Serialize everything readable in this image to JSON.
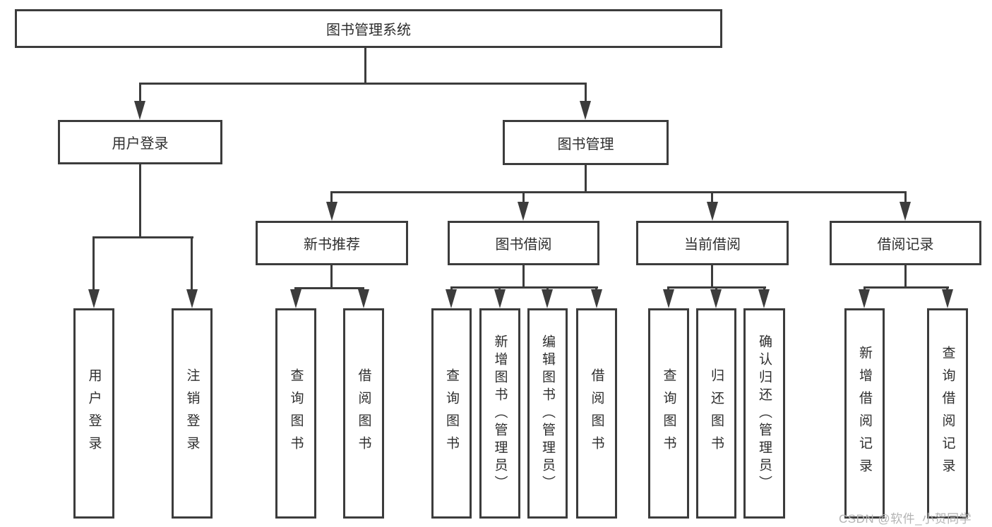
{
  "title": "图书管理系统",
  "colors": {
    "line": "#3c3c3c",
    "text": "#2e2e2e",
    "background": "#ffffff",
    "watermark": "#b3b3b3"
  },
  "tree": {
    "root": {
      "label": "图书管理系统",
      "children": [
        {
          "label": "用户登录",
          "children": [
            {
              "label": "用户登录"
            },
            {
              "label": "注销登录"
            }
          ]
        },
        {
          "label": "图书管理",
          "children": [
            {
              "label": "新书推荐",
              "children": [
                {
                  "label": "查询图书"
                },
                {
                  "label": "借阅图书"
                }
              ]
            },
            {
              "label": "图书借阅",
              "children": [
                {
                  "label": "查询图书"
                },
                {
                  "label": "新增图书（管理员）"
                },
                {
                  "label": "编辑图书（管理员）"
                },
                {
                  "label": "借阅图书"
                }
              ]
            },
            {
              "label": "当前借阅",
              "children": [
                {
                  "label": "查询图书"
                },
                {
                  "label": "归还图书"
                },
                {
                  "label": "确认归还（管理员）"
                }
              ]
            },
            {
              "label": "借阅记录",
              "children": [
                {
                  "label": "新增借阅记录"
                },
                {
                  "label": "查询借阅记录"
                }
              ]
            }
          ]
        }
      ]
    }
  },
  "watermark": {
    "text": "CSDN @软件_小贺同学"
  }
}
